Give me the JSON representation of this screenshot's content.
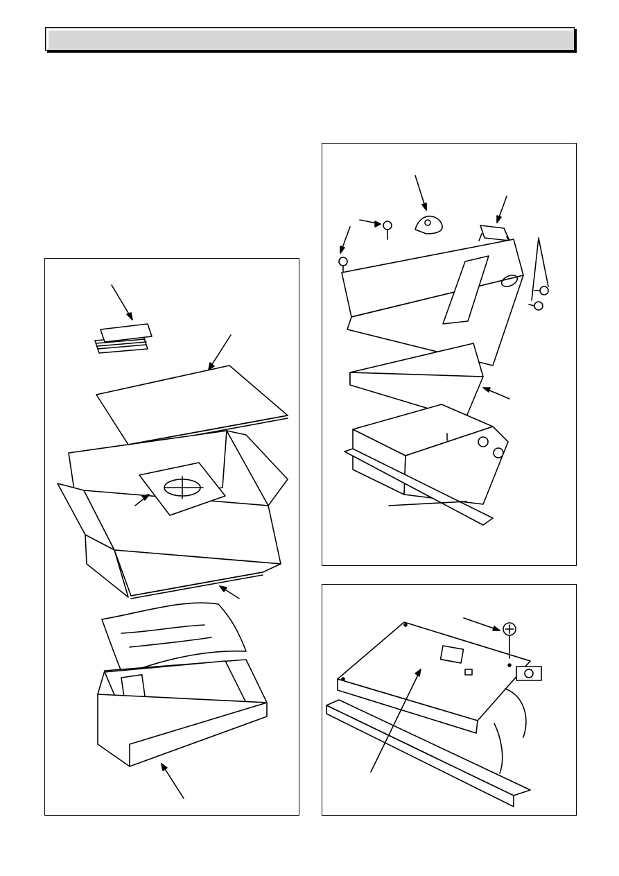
{
  "header": {
    "title": ""
  },
  "figures": [
    {
      "id": "packaging-exploded",
      "description_visible_text": ""
    },
    {
      "id": "casing-removal",
      "description_visible_text": ""
    },
    {
      "id": "inner-cover-screw",
      "description_visible_text": ""
    }
  ]
}
